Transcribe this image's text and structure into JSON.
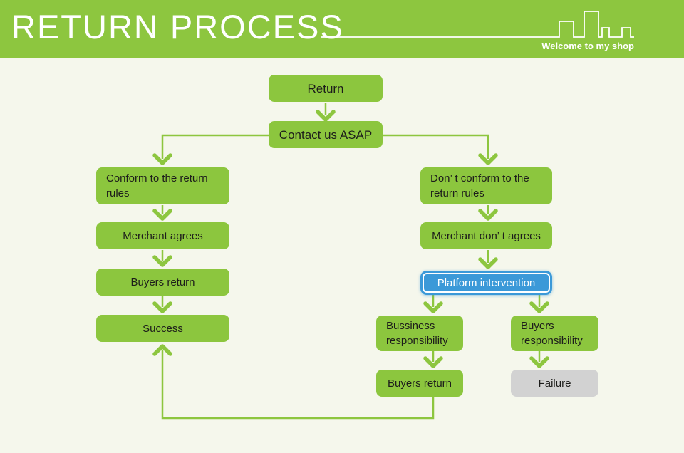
{
  "header": {
    "title": "RETURN PROCESS",
    "tagline": "Welcome to my shop"
  },
  "colors": {
    "header_bg": "#8dc63f",
    "page_bg": "#f5f7ec",
    "node_green": "#8cc63e",
    "node_blue": "#3b99d8",
    "node_gray": "#d2d2d2",
    "connector": "#8dc63f",
    "text_dark": "#1d1d1b",
    "text_white": "#ffffff"
  },
  "flowchart": {
    "nodes": [
      {
        "id": "return",
        "label": "Return"
      },
      {
        "id": "contact-us-asap",
        "label": "Contact us ASAP"
      },
      {
        "id": "conform-rules",
        "label": "Conform to the return\nrules"
      },
      {
        "id": "merchant-agrees",
        "label": "Merchant agrees"
      },
      {
        "id": "buyers-return-left",
        "label": "Buyers return"
      },
      {
        "id": "success",
        "label": "Success"
      },
      {
        "id": "dont-conform-rules",
        "label": "Don’ t conform to the\nreturn rules"
      },
      {
        "id": "merchant-dont-agrees",
        "label": "Merchant don’ t agrees"
      },
      {
        "id": "platform-intervention",
        "label": "Platform intervention"
      },
      {
        "id": "business-responsibility",
        "label": "Bussiness\nresponsibility"
      },
      {
        "id": "buyers-responsibility",
        "label": "Buyers\nresponsibility"
      },
      {
        "id": "buyers-return-right",
        "label": "Buyers return"
      },
      {
        "id": "failure",
        "label": "Failure"
      }
    ]
  }
}
